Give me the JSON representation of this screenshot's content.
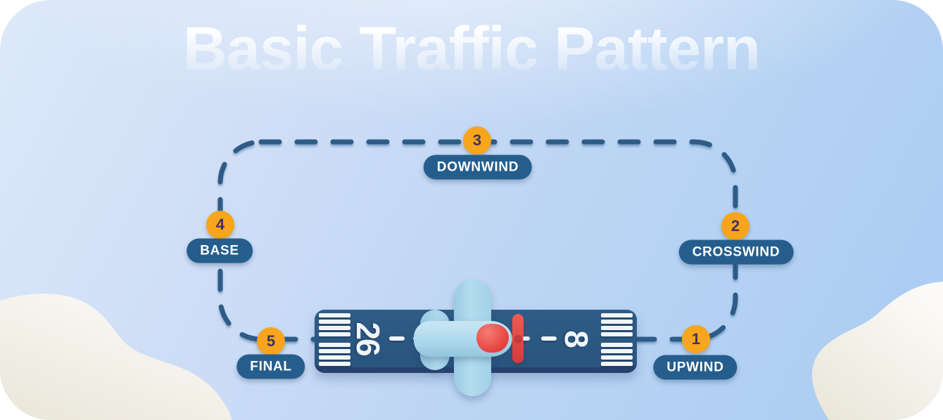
{
  "title": "Basic Traffic Pattern",
  "legs": [
    {
      "number": "1",
      "label": "UPWIND"
    },
    {
      "number": "2",
      "label": "CROSSWIND"
    },
    {
      "number": "3",
      "label": "DOWNWIND"
    },
    {
      "number": "4",
      "label": "BASE"
    },
    {
      "number": "5",
      "label": "FINAL"
    }
  ],
  "runway": {
    "left_number": "26",
    "right_number": "8"
  },
  "colors": {
    "background_top": "#dde9fa",
    "background_bottom": "#a8ccf2",
    "pattern_dash": "#2d5b87",
    "marker_circle": "#f7a51d",
    "marker_number": "#45305f",
    "label_pill": "#255e8d",
    "label_text": "#ffffff",
    "runway": "#2b577f",
    "runway_marking": "#f3f6f9",
    "plane_body": "#a9d6ea",
    "plane_accent": "#e6413f",
    "cloud": "#f0ece1"
  }
}
